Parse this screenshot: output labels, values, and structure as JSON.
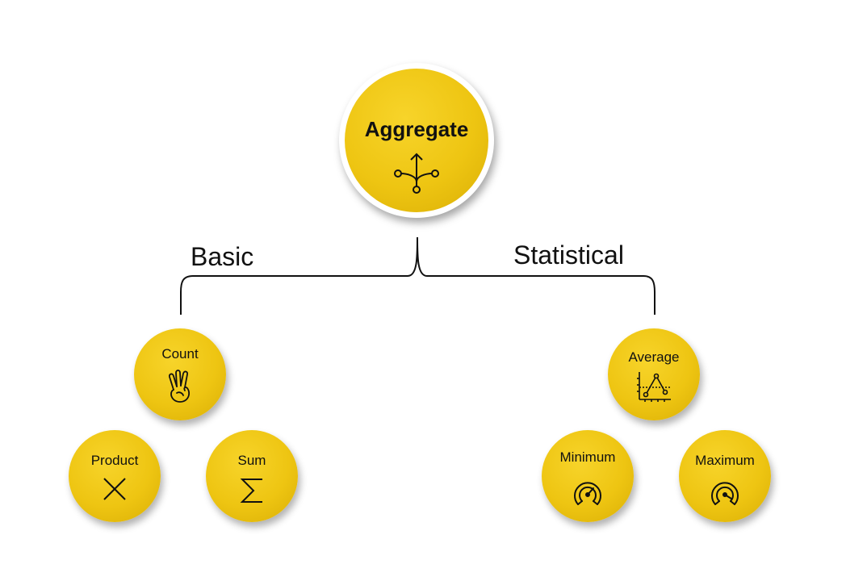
{
  "root": {
    "label": "Aggregate",
    "icon": "merge-arrow-icon"
  },
  "branches": {
    "basic": {
      "label": "Basic",
      "nodes": [
        {
          "label": "Count",
          "icon": "three-fingers-hand-icon"
        },
        {
          "label": "Product",
          "icon": "multiply-x-icon"
        },
        {
          "label": "Sum",
          "icon": "sigma-icon"
        }
      ]
    },
    "statistical": {
      "label": "Statistical",
      "nodes": [
        {
          "label": "Average",
          "icon": "line-chart-icon"
        },
        {
          "label": "Minimum",
          "icon": "gauge-icon"
        },
        {
          "label": "Maximum",
          "icon": "gauge-icon"
        }
      ]
    }
  },
  "colors": {
    "node": "#eec512",
    "text": "#111111"
  }
}
